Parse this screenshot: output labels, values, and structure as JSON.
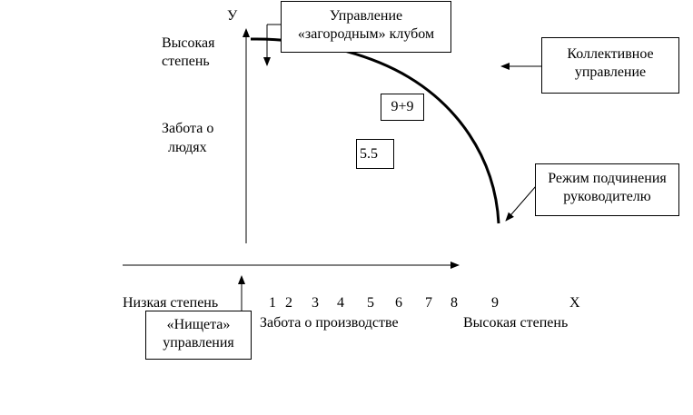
{
  "y_axis": {
    "label": "У"
  },
  "x_axis": {
    "label": "X",
    "ticks": [
      "1",
      "2",
      "3",
      "4",
      "5",
      "6",
      "7",
      "8",
      "9"
    ]
  },
  "left_labels": {
    "high": [
      "Высокая",
      "степень"
    ],
    "care_people": [
      "Забота о",
      "людях"
    ]
  },
  "bottom_labels": {
    "low": "Низкая степень",
    "care_production": "Забота о производстве",
    "high": "Высокая степень"
  },
  "boxes": {
    "country_club": [
      "Управление",
      "«загородным» клубом"
    ],
    "team": [
      "Коллективное",
      "управление"
    ],
    "nine_nine": "9+9",
    "five_five": "5.5",
    "authority": [
      "Режим подчинения",
      "руководителю"
    ],
    "impoverished": [
      "«Нищета»",
      "управления"
    ]
  }
}
